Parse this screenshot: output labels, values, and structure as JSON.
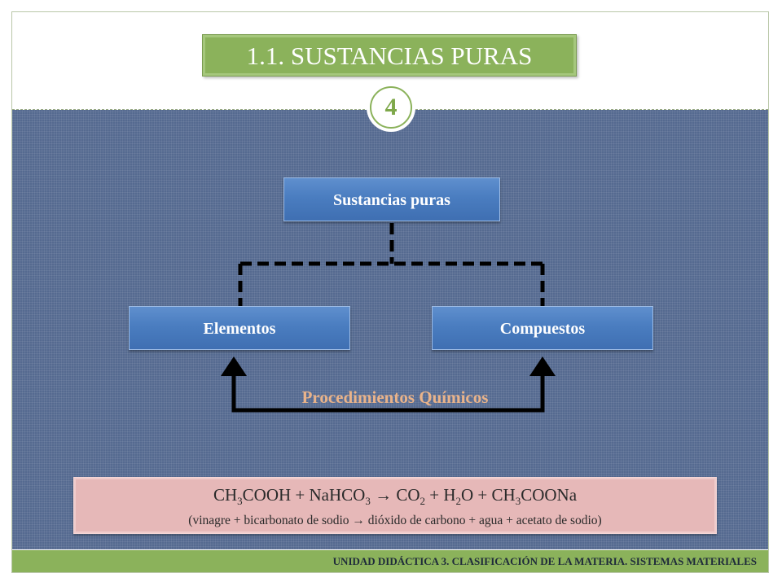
{
  "slide": {
    "title": "1.1. SUSTANCIAS PURAS",
    "slide_number": "4"
  },
  "diagram": {
    "root": "Sustancias puras",
    "left_child": "Elementos",
    "right_child": "Compuestos",
    "connector_label": "Procedimientos Químicos"
  },
  "formula": {
    "parts": {
      "ch": "CH",
      "s1": "3",
      "cooh": "COOH + NaHCO",
      "s2": "3",
      "arrow_co": " → CO",
      "s3": "2",
      "plus_h": " + H",
      "s4": "2",
      "o_ch": "O + CH",
      "s5": "3",
      "coona": "COONa"
    },
    "description": "(vinagre + bicarbonato de sodio → dióxido de carbono + agua + acetato de sodio)"
  },
  "footer": {
    "text": "UNIDAD DIDÁCTICA 3. CLASIFICACIÓN DE LA MATERIA. SISTEMAS MATERIALES"
  },
  "colors": {
    "accent_green": "#8bb25b",
    "panel_blue": "#556a90",
    "box_blue": "#4a7dc0",
    "label_orange": "#e9b38a",
    "formula_pink": "#e6b8b8"
  }
}
